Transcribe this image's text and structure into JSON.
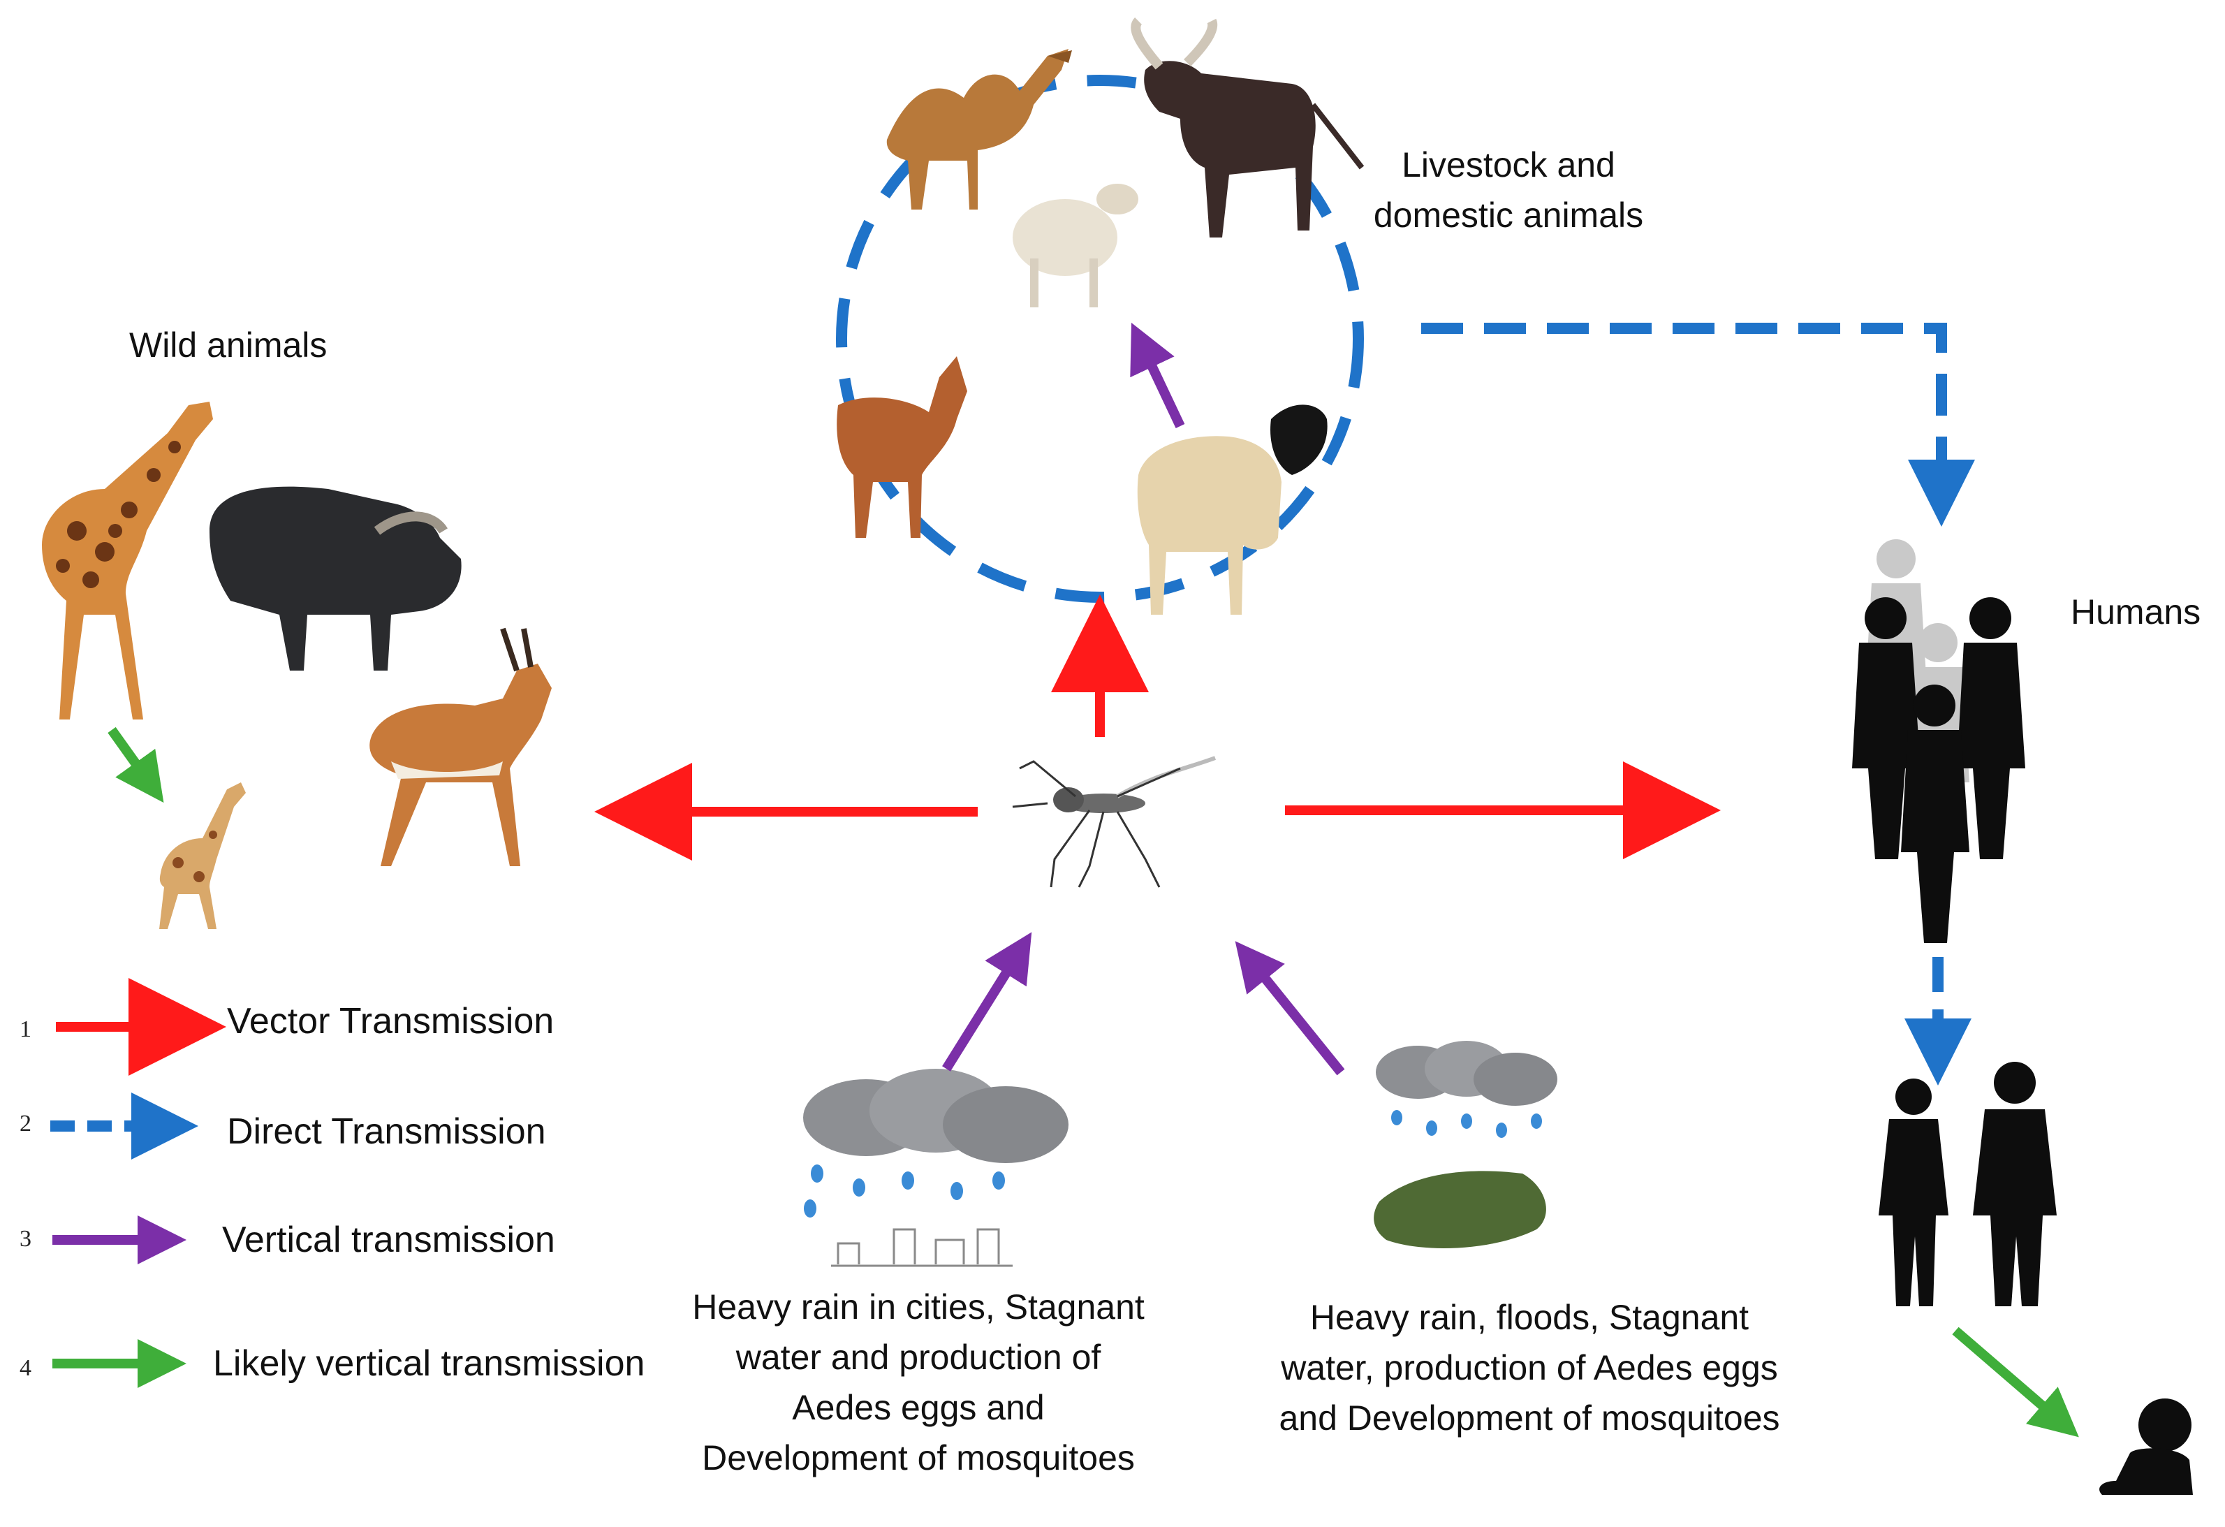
{
  "labels": {
    "wild": "Wild animals",
    "livestock_line1": "Livestock and",
    "livestock_line2": "domestic animals",
    "humans": "Humans"
  },
  "captions": {
    "left": [
      "Heavy rain in cities, Stagnant",
      "water and production of",
      "Aedes eggs and",
      "Development of mosquitoes"
    ],
    "right": [
      "Heavy rain, floods, Stagnant",
      "water, production of Aedes eggs",
      "and Development of mosquitoes"
    ]
  },
  "legend": [
    {
      "num": "1",
      "label": "Vector Transmission",
      "style": "vector",
      "color": "#ff1a1a"
    },
    {
      "num": "2",
      "label": "Direct Transmission",
      "style": "direct",
      "color": "#1f73c9"
    },
    {
      "num": "3",
      "label": "Vertical transmission",
      "style": "vertical",
      "color": "#7b2fa8"
    },
    {
      "num": "4",
      "label": "Likely vertical transmission",
      "style": "likely",
      "color": "#3fae3a"
    }
  ],
  "colors": {
    "vector": "#ff1a1a",
    "direct": "#1f73c9",
    "vertical": "#7b2fa8",
    "likely": "#3fae3a"
  },
  "icons": {
    "wild": [
      "giraffe-icon",
      "buffalo-icon",
      "gazelle-icon",
      "baby-giraffe-icon"
    ],
    "livestock": [
      "camel-icon",
      "cow-icon",
      "lamb-icon",
      "goat-icon",
      "sheep-icon"
    ],
    "humans": [
      "human-group-icon",
      "human-pair-icon",
      "infant-icon"
    ],
    "vector": "mosquito-icon",
    "environment": [
      "city-rain-icon",
      "flood-rain-icon"
    ]
  }
}
